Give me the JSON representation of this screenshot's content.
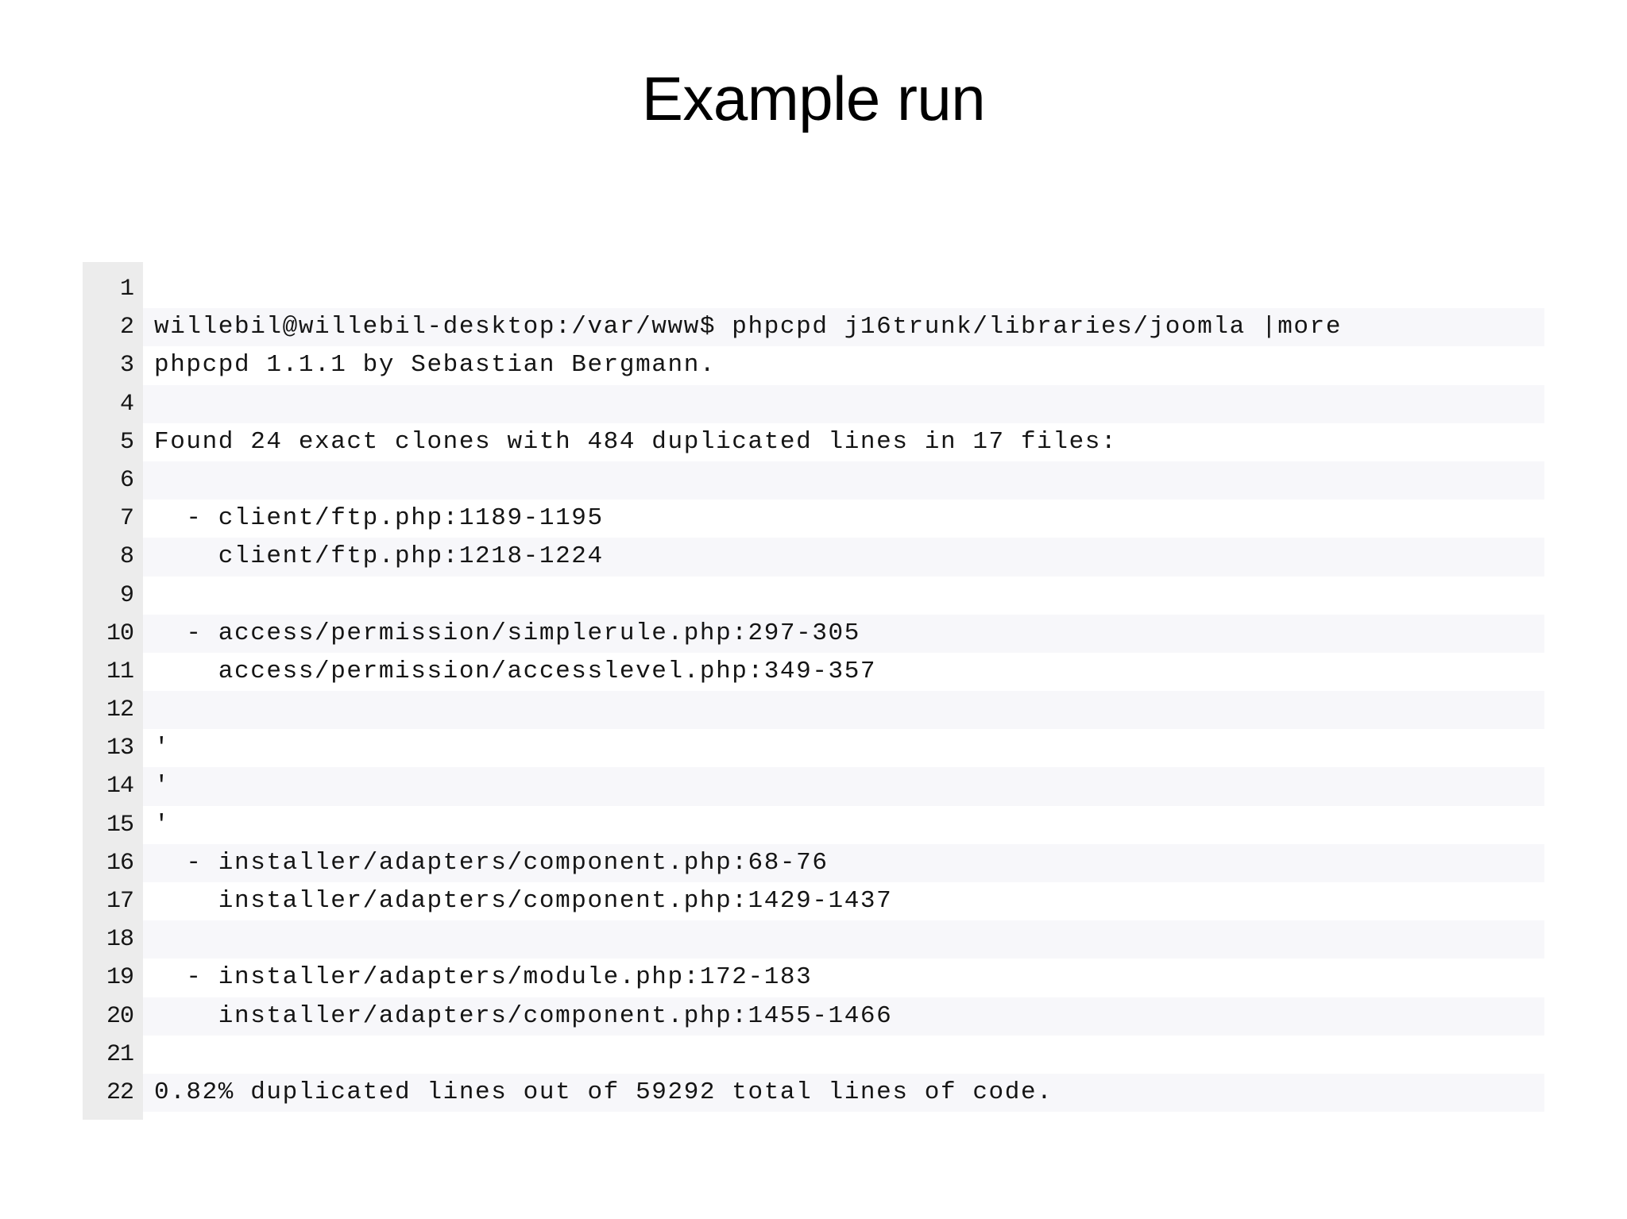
{
  "slide": {
    "title": "Example run"
  },
  "terminal": {
    "command": "phpcpd j16trunk/libraries/joomla |more",
    "prompt": "willebil@willebil-desktop:/var/www$",
    "tool_version": "phpcpd 1.1.1 by Sebastian Bergmann.",
    "summary_found": "Found 24 exact clones with 484 duplicated lines in 17 files:",
    "summary_footer": "0.82% duplicated lines out of 59292 total lines of code.",
    "stats": {
      "exact_clones": 24,
      "duplicated_lines": 484,
      "files": 17,
      "duplicated_percent": "0.82%",
      "total_lines_of_code": 59292
    },
    "lines": [
      {
        "n": "1",
        "text": ""
      },
      {
        "n": "2",
        "text": "willebil@willebil-desktop:/var/www$ phpcpd j16trunk/libraries/joomla |more"
      },
      {
        "n": "3",
        "text": "phpcpd 1.1.1 by Sebastian Bergmann."
      },
      {
        "n": "4",
        "text": ""
      },
      {
        "n": "5",
        "text": "Found 24 exact clones with 484 duplicated lines in 17 files:"
      },
      {
        "n": "6",
        "text": ""
      },
      {
        "n": "7",
        "text": "  - client/ftp.php:1189-1195"
      },
      {
        "n": "8",
        "text": "    client/ftp.php:1218-1224"
      },
      {
        "n": "9",
        "text": ""
      },
      {
        "n": "10",
        "text": "  - access/permission/simplerule.php:297-305"
      },
      {
        "n": "11",
        "text": "    access/permission/accesslevel.php:349-357"
      },
      {
        "n": "12",
        "text": ""
      },
      {
        "n": "13",
        "text": "'"
      },
      {
        "n": "14",
        "text": "'"
      },
      {
        "n": "15",
        "text": "'"
      },
      {
        "n": "16",
        "text": "  - installer/adapters/component.php:68-76"
      },
      {
        "n": "17",
        "text": "    installer/adapters/component.php:1429-1437"
      },
      {
        "n": "18",
        "text": ""
      },
      {
        "n": "19",
        "text": "  - installer/adapters/module.php:172-183"
      },
      {
        "n": "20",
        "text": "    installer/adapters/component.php:1455-1466"
      },
      {
        "n": "21",
        "text": ""
      },
      {
        "n": "22",
        "text": "0.82% duplicated lines out of 59292 total lines of code."
      }
    ]
  },
  "colors": {
    "background": "#ffffff",
    "gutter_background": "#ececec",
    "text": "#151515",
    "stripe": "#f7f7fa"
  }
}
